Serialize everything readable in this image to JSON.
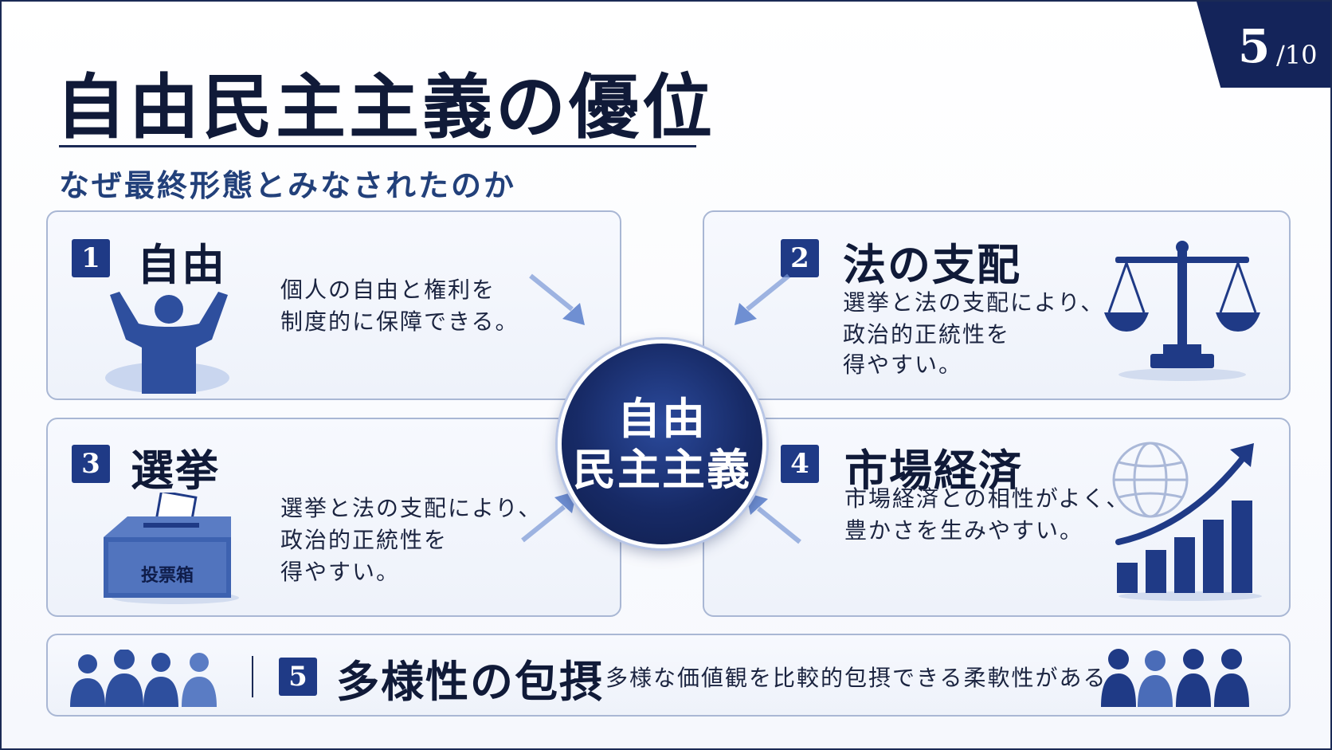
{
  "page": {
    "current": "5",
    "total": "/10"
  },
  "title": "自由民主主義の優位",
  "subtitle": "なぜ最終形態とみなされたのか",
  "center": {
    "line1": "自由",
    "line2": "民主主義"
  },
  "cards": [
    {
      "num": "1",
      "title": "自由",
      "desc1": "個人の自由と権利を",
      "desc2": "制度的に保障できる。",
      "icon": "raised-arms-person-icon"
    },
    {
      "num": "2",
      "title": "法の支配",
      "desc1": "選挙と法の支配により、",
      "desc2": "政治的正統性を",
      "desc3": "得やすい。",
      "icon": "scales-icon"
    },
    {
      "num": "3",
      "title": "選挙",
      "desc1": "選挙と法の支配により、",
      "desc2": "政治的正統性を",
      "desc3": "得やすい。",
      "icon": "ballot-box-icon",
      "box_label": "投票箱"
    },
    {
      "num": "4",
      "title": "市場経済",
      "desc1": "市場経済との相性がよく、",
      "desc2": "豊かさを生みやすい。",
      "icon": "growth-chart-globe-icon"
    },
    {
      "num": "5",
      "title": "多様性の包摂",
      "desc1": "多様な価値観を比較的包摂できる柔軟性がある。",
      "icon": "people-group-icon"
    }
  ],
  "colors": {
    "navy": "#14245a",
    "accent": "#1f3a86",
    "icon": "#2e4f9e",
    "card_border": "#a9b7d4"
  }
}
